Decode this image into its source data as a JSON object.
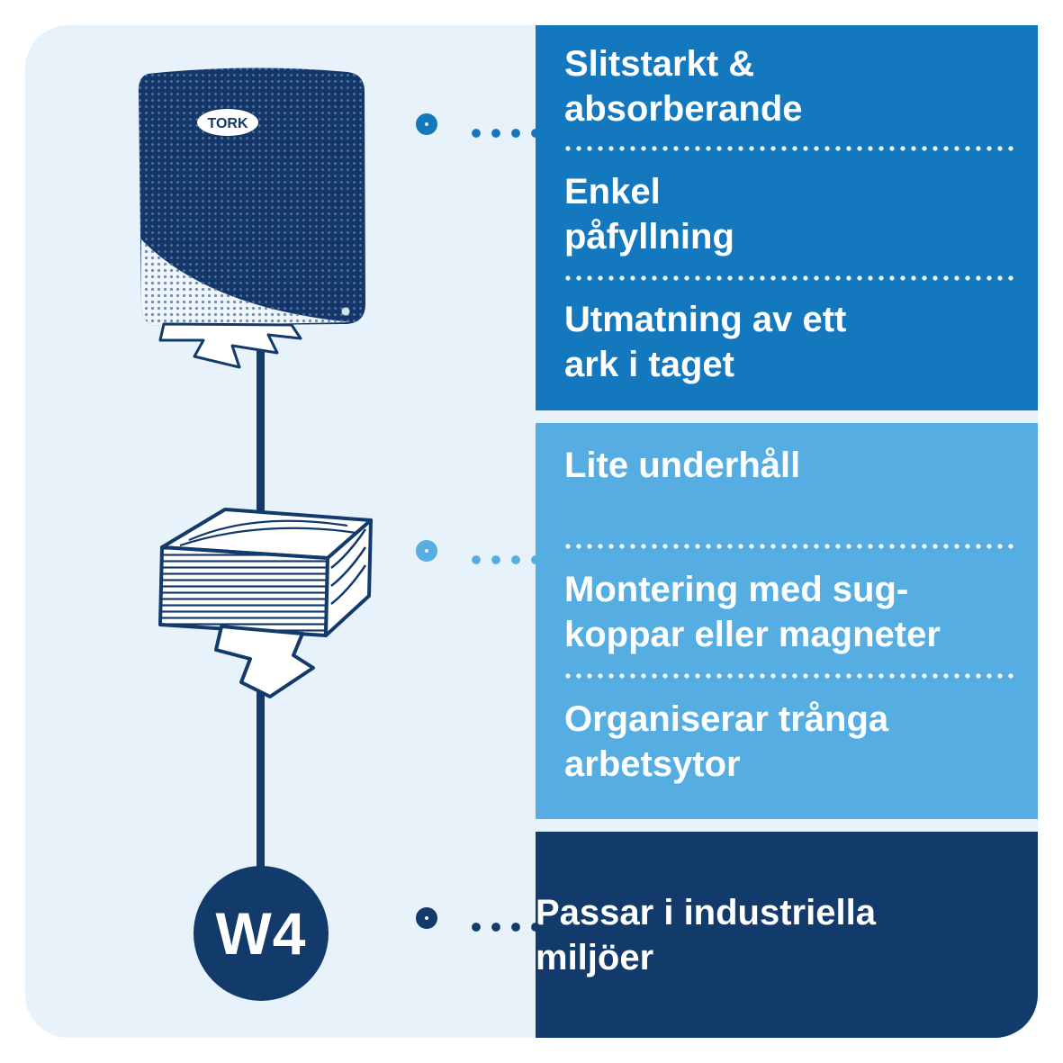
{
  "colors": {
    "canvas": "#ffffff",
    "light_bg": "#e7f2fa",
    "panel1": "#1478BE",
    "panel2": "#55ADE2",
    "panel3": "#123A6B",
    "navy": "#123A6B",
    "text": "#ffffff"
  },
  "illustration": {
    "dispenser_logo": "TORK",
    "badge_label": "W4"
  },
  "panels": [
    {
      "items": [
        {
          "text": "Slitstarkt &\nabsorberande"
        },
        {
          "text": "Enkel\npåfyllning"
        },
        {
          "text": "Utmatning av ett\nark i taget"
        }
      ]
    },
    {
      "items": [
        {
          "text": "Lite underhåll"
        },
        {
          "text": "Montering med sug-\nkoppar eller magneter"
        },
        {
          "text": "Organiserar trånga\narbetsytor"
        }
      ]
    },
    {
      "items": [
        {
          "text": "Passar i industriella\nmiljöer"
        }
      ]
    }
  ]
}
